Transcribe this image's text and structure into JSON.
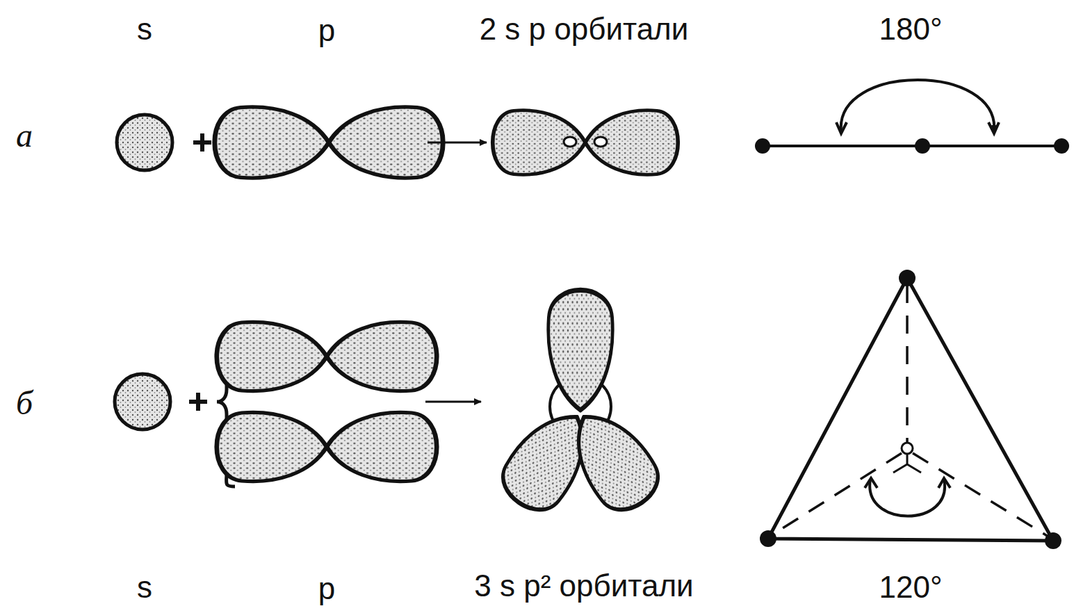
{
  "diagram": {
    "labels": [
      "s",
      "p",
      "2 s p орбитали",
      "180°",
      "а",
      "б",
      "s",
      "p",
      "3 s p² орбитали",
      "120°"
    ]
  }
}
